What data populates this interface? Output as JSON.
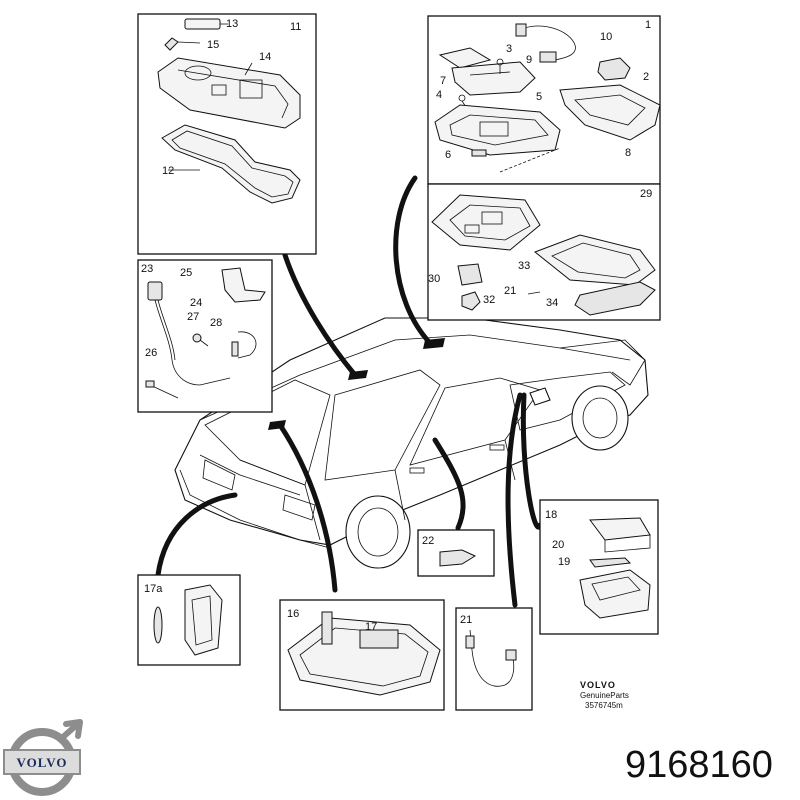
{
  "part_number": "9168160",
  "logo": {
    "text": "VOLVO",
    "icon": "volvo-iron-mark-icon"
  },
  "brand_block": {
    "name": "VOLVO",
    "subtitle": "GenuineParts",
    "drawing_ref": "3576745m"
  },
  "callouts": {
    "c1": "1",
    "c2": "2",
    "c3": "3",
    "c4": "4",
    "c5": "5",
    "c6": "6",
    "c7": "7",
    "c8": "8",
    "c9": "9",
    "c10": "10",
    "c11": "11",
    "c12": "12",
    "c13": "13",
    "c14": "14",
    "c15": "15",
    "c16": "16",
    "c17": "17",
    "c17a": "17a",
    "c18": "18",
    "c19": "19",
    "c20": "20",
    "c21a": "21",
    "c21b": "21",
    "c22": "22",
    "c23": "23",
    "c24": "24",
    "c25": "25",
    "c26": "26",
    "c27": "27",
    "c28": "28",
    "c29": "29",
    "c30": "30",
    "c32": "32",
    "c33": "33",
    "c34": "34"
  }
}
